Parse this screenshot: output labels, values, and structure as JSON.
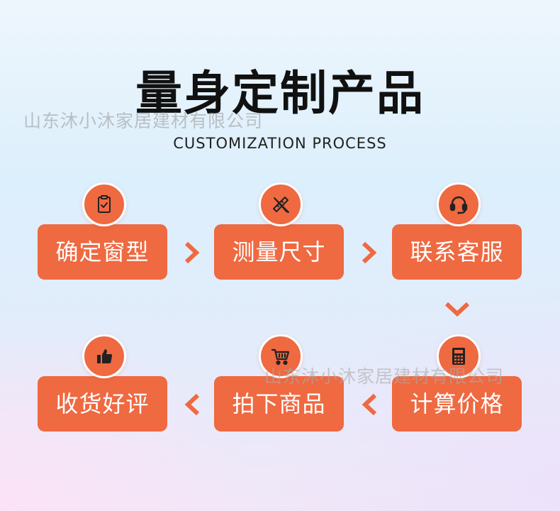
{
  "title": "量身定制产品",
  "subtitle": "CUSTOMIZATION PROCESS",
  "watermark": "山东沐小沐家居建材有限公司",
  "colors": {
    "accent": "#ef6941",
    "title": "#111111",
    "icon_border": "#ffffff"
  },
  "steps": [
    {
      "label": "确定窗型",
      "icon": "clipboard-check-icon"
    },
    {
      "label": "测量尺寸",
      "icon": "ruler-pencil-icon"
    },
    {
      "label": "联系客服",
      "icon": "headset-icon"
    },
    {
      "label": "计算价格",
      "icon": "calculator-icon"
    },
    {
      "label": "拍下商品",
      "icon": "shopping-cart-icon"
    },
    {
      "label": "收货好评",
      "icon": "thumbs-up-icon"
    }
  ]
}
